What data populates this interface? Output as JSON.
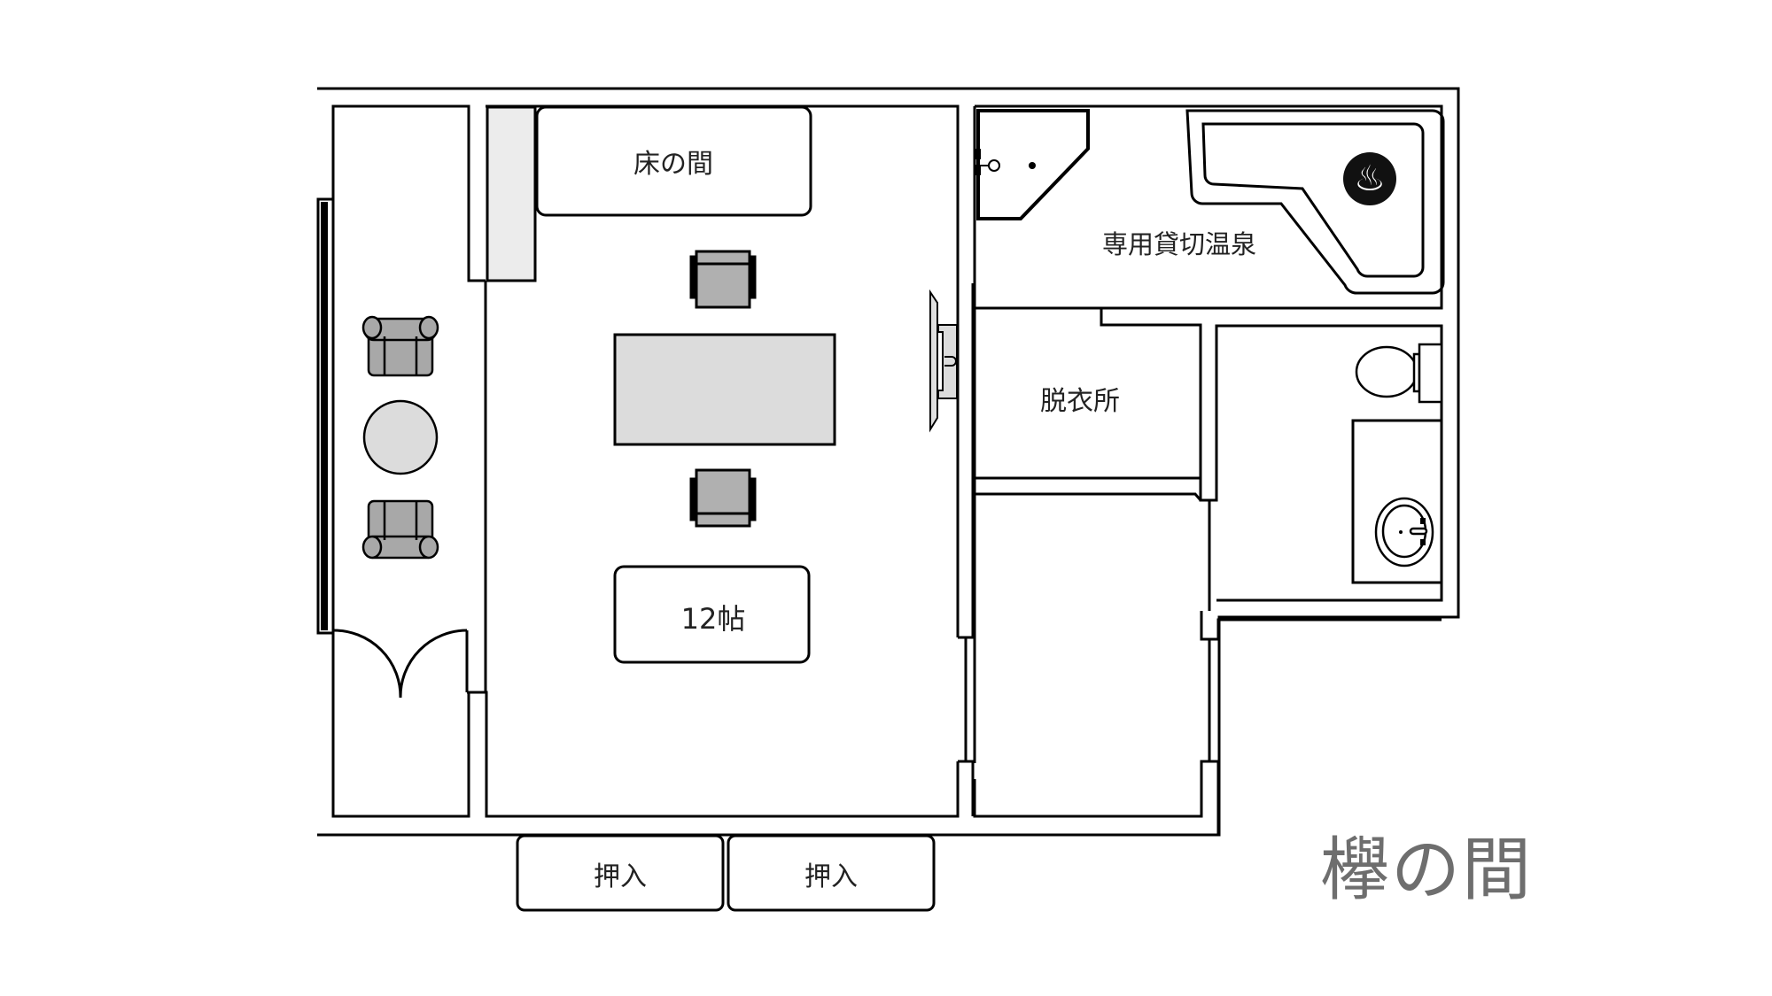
{
  "plan": {
    "title": "欅の間",
    "colors": {
      "wall": "#000000",
      "furniture_fill": "#dcdcdc",
      "chair_fill": "#b0b0b0",
      "shelf_fill": "#ececec",
      "title_text": "#6e6e6e",
      "onsen_mark": "#111111"
    },
    "rooms": {
      "tokonoma": "床の間",
      "main_room_size": "12帖",
      "private_onsen": "専用貸切温泉",
      "dressing_room": "脱衣所",
      "closet_left": "押入",
      "closet_right": "押入"
    },
    "icons": {
      "onsen": "♨"
    }
  }
}
